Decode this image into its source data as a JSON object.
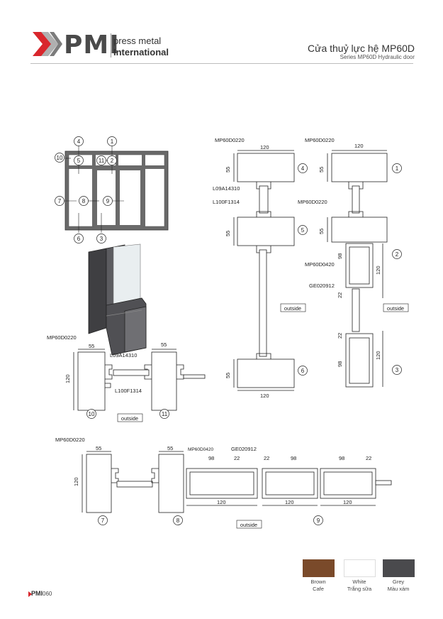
{
  "header": {
    "brand_mark": "PMI",
    "brand_line1": "press metal",
    "brand_line2": "International",
    "title": "Cửa thuỷ lực hệ MP60D",
    "subtitle": "Series MP60D Hydraulic door"
  },
  "elevation": {
    "callouts": [
      "1",
      "2",
      "3",
      "4",
      "5",
      "6",
      "7",
      "8",
      "9",
      "10",
      "11"
    ]
  },
  "labels": {
    "mp60d0220": "MP60D0220",
    "mp60d0420": "MP60D0420",
    "l09a14310": "L09A14310",
    "l100f1314": "L100F1314",
    "ge020912": "GE020912",
    "outside": "outside"
  },
  "dims": {
    "d120": "120",
    "d55": "55",
    "d98": "98",
    "d22": "22"
  },
  "swatches": [
    {
      "color": "#7a4a2a",
      "name": "Brown",
      "name_vi": "Cafe"
    },
    {
      "color": "#ffffff",
      "name": "White",
      "name_vi": "Trắng sữa"
    },
    {
      "color": "#4a4a4d",
      "name": "Grey",
      "name_vi": "Màu xám"
    }
  ],
  "footer": {
    "brand": "PMI",
    "page": "060"
  }
}
